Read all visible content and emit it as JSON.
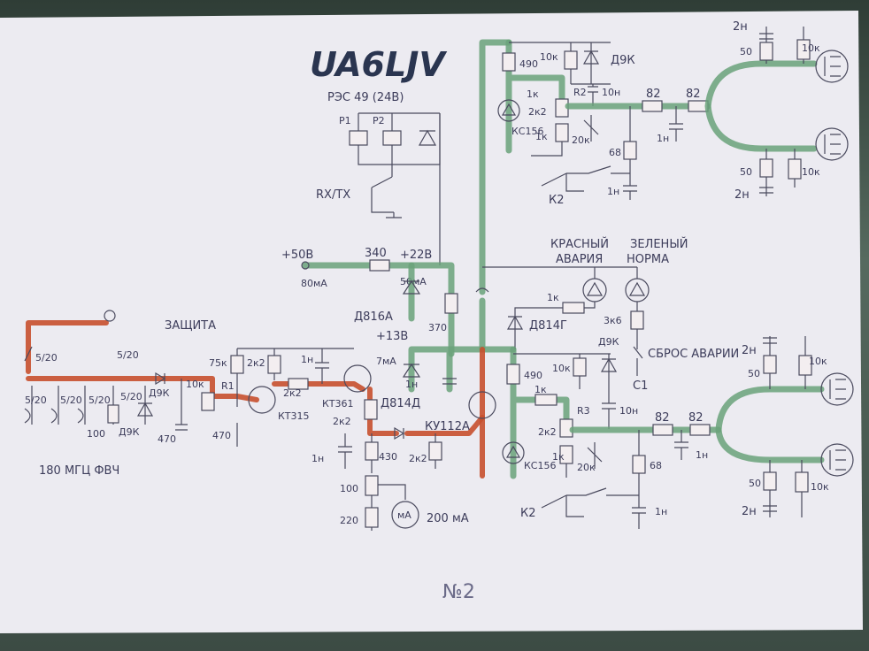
{
  "title": "UA6LJV",
  "relay": {
    "label": "РЭС 49 (24В)",
    "p1": "P1",
    "p2": "P2",
    "switch": "RX/TX"
  },
  "power": {
    "v50": "+50В",
    "r340": "340",
    "v22": "+22В",
    "i80": "80мА",
    "i50": "50мА",
    "v13": "+13В",
    "i7": "7мА",
    "r370": "370",
    "d816a": "Д816А",
    "c1n": "1н"
  },
  "protection": {
    "title": "ЗАЩИТА",
    "filter": "180 МГЦ ФВЧ",
    "trim": [
      "5/20",
      "5/20",
      "5/20",
      "5/20",
      "5/20",
      "5/20"
    ],
    "r10k": "10к",
    "r100": "100",
    "d9k_a": "Д9К",
    "d9k_b": "Д9К",
    "r470_a": "470",
    "r470_b": "470",
    "r75k": "75к",
    "r2k2_a": "2к2",
    "r1": "R1",
    "kt315": "КТ315",
    "r2k2_b": "2к2",
    "c1n": "1н",
    "kt361": "КТ361",
    "r2k2_c": "2к2",
    "d814d": "Д814Д",
    "ku112a": "КУ112А",
    "c1n_b": "1н",
    "r430": "430",
    "r2k2_d": "2к2",
    "r100_b": "100",
    "r220": "220",
    "ma": "мА",
    "ma_scale": "200 мА"
  },
  "indicators": {
    "red": "КРАСНЫЙ",
    "green": "ЗЕЛЕНЫЙ",
    "fault": "АВАРИЯ",
    "normal": "НОРМА",
    "r1k": "1к",
    "r3k6": "3к6",
    "d814g": "Д814Г",
    "d9k": "Д9К",
    "c1": "С1",
    "reset": "СБРОС АВАРИИ"
  },
  "bias_top": {
    "r490": "490",
    "r10k": "10к",
    "d9k": "Д9К",
    "r1k_a": "1к",
    "r2k2": "2к2",
    "r2": "R2",
    "c10n": "10н",
    "r82_a": "82",
    "r82_b": "82",
    "kc156": "КС156",
    "r1k_b": "1к",
    "r20k": "20к",
    "r68": "68",
    "c1n_a": "1н",
    "c1n_b": "1н",
    "k2": "К2"
  },
  "bias_bot": {
    "r490": "490",
    "r10k": "10к",
    "r1k_a": "1к",
    "r2k2": "2к2",
    "r3": "R3",
    "c10n": "10н",
    "r82_a": "82",
    "r82_b": "82",
    "kc156": "КС156",
    "r1k_b": "1к",
    "r20k": "20к",
    "r68": "68",
    "c1n_a": "1н",
    "c1n_b": "1н",
    "k2": "К2"
  },
  "fet_top": {
    "c2n_a": "2н",
    "r50_a": "50",
    "r10k_a": "10к",
    "r50_b": "50",
    "r10k_b": "10к",
    "c2n_b": "2н"
  },
  "fet_bot": {
    "c2n_a": "2н",
    "r50_a": "50",
    "r10k_a": "10к",
    "r50_b": "50",
    "r10k_b": "10к",
    "c2n_b": "2н"
  },
  "sheet_number": "№2",
  "colors": {
    "paper": "#eceaf0",
    "ink": "#3c3c5a",
    "green_trace": "#6aa27a",
    "red_trace": "#c8502e"
  }
}
